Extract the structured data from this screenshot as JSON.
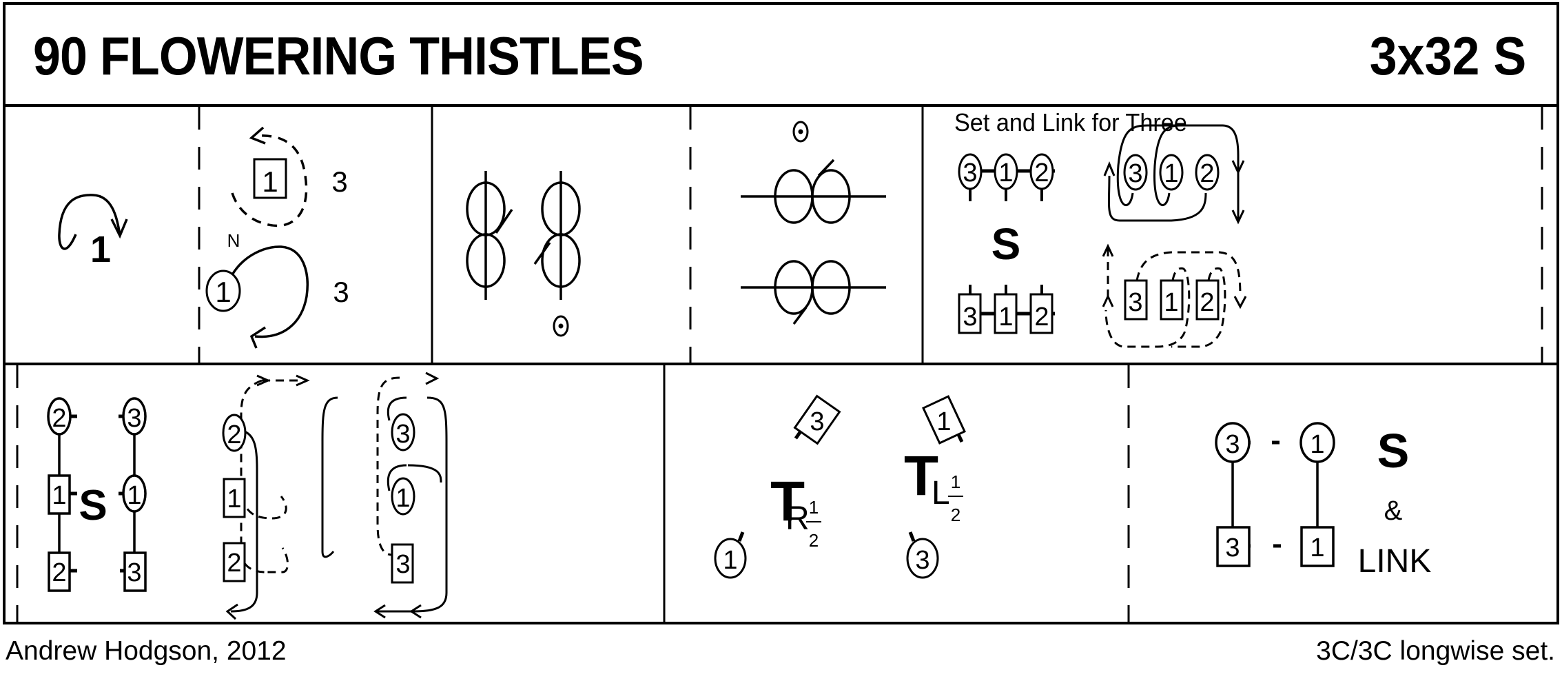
{
  "header": {
    "title": "90 FLOWERING THISTLES",
    "formation": "3x32 S"
  },
  "bars": [
    {
      "id": "bars-1-8",
      "halves": [
        {
          "label": "1",
          "description": "1st couple cast off one place"
        },
        {
          "label": "N",
          "dancers": [
            "1",
            "3"
          ],
          "description": "1s dance half figure of eight, 1M round 3M, 1W round 3W"
        }
      ]
    },
    {
      "id": "bars-9-16",
      "halves": [
        {
          "description": "Reels of three on the sides (vertical)",
          "symbol": "reel-of-three"
        },
        {
          "description": "Reels of three across (horizontal)",
          "symbol": "reel-of-three"
        }
      ]
    },
    {
      "id": "bars-17-24",
      "caption": "Set and Link for Three",
      "set_symbol": "S",
      "top_row": [
        "3",
        "1",
        "2"
      ],
      "bottom_row": [
        "3",
        "1",
        "2"
      ],
      "path_top": [
        "3",
        "1",
        "2"
      ],
      "path_bottom": [
        "3",
        "1",
        "2"
      ]
    },
    {
      "id": "bars-25-32a",
      "set_symbol": "S",
      "left_col": [
        "2",
        "1",
        "2"
      ],
      "right_col": [
        "3",
        "1",
        "3"
      ],
      "path_left": [
        "2",
        "1",
        "2"
      ],
      "path_right": [
        "3",
        "1",
        "3"
      ]
    },
    {
      "id": "bars-25-32b",
      "turns": [
        {
          "symbol": "T",
          "sub": "R",
          "frac_num": "1",
          "frac_den": "2",
          "dancers": [
            "3",
            "1"
          ]
        },
        {
          "symbol": "T",
          "sub": "L",
          "frac_num": "1",
          "frac_den": "2",
          "dancers": [
            "1",
            "3"
          ]
        }
      ]
    },
    {
      "id": "bars-25-32c",
      "top_row": [
        "3",
        "1"
      ],
      "bottom_row": [
        "3",
        "1"
      ],
      "set_symbol": "S",
      "amp": "&",
      "link_label": "LINK"
    }
  ],
  "footer": {
    "author": "Andrew Hodgson, 2012",
    "set_type": "3C/3C longwise set."
  },
  "colors": {
    "ink": "#000000",
    "paper": "#ffffff"
  }
}
